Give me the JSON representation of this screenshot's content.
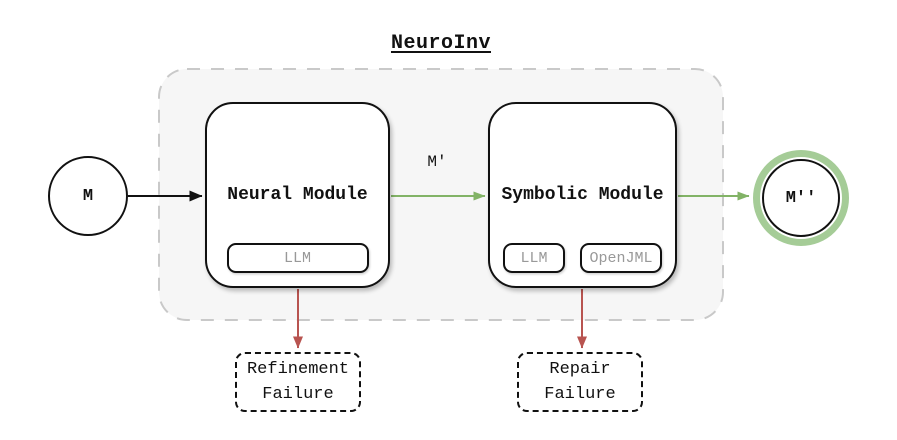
{
  "title": "NeuroInv",
  "nodes": {
    "input": {
      "label": "M"
    },
    "neural": {
      "label": "Neural Module",
      "sub": [
        "LLM"
      ]
    },
    "symbolic": {
      "label": "Symbolic Module",
      "sub": [
        "LLM",
        "OpenJML"
      ]
    },
    "output": {
      "label": "M''"
    }
  },
  "edge_labels": {
    "neural_to_symbolic": "M'"
  },
  "failures": {
    "refinement": [
      "Refinement",
      "Failure"
    ],
    "repair": [
      "Repair",
      "Failure"
    ]
  },
  "colors": {
    "success_edge": "#82b366",
    "output_ring": "#a5cc97",
    "failure_edge": "#b85450",
    "input_edge": "#111111",
    "container_fill": "#f6f6f6",
    "container_border": "#c9c9c9",
    "sub_label_gray": "#999999"
  }
}
